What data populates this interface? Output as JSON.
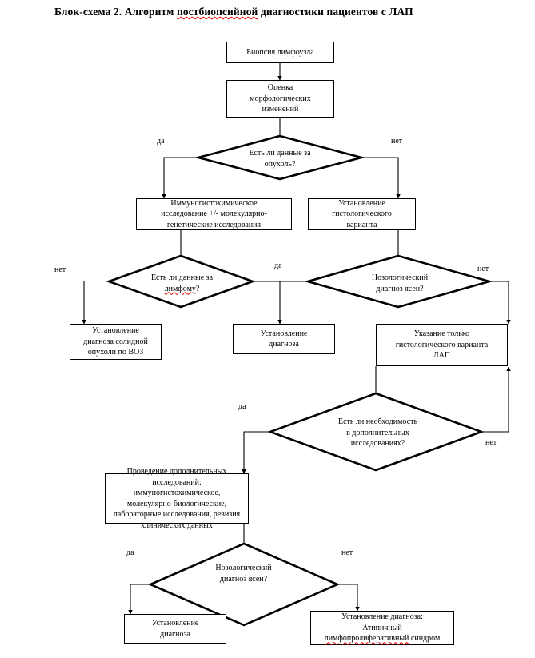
{
  "document": {
    "title_prefix": "Блок-схема 2. Алгоритм ",
    "title_spell": "постбиопсийной",
    "title_suffix": " диагностики пациентов с ЛАП",
    "title_full": "Блок-схема 2. Алгоритм постбиопсийной диагностики пациентов с ЛАП"
  },
  "chart_data": {
    "type": "diagram",
    "diagram_kind": "flowchart",
    "title": "Блок-схема 2. Алгоритм постбиопсийной диагностики пациентов с ЛАП",
    "nodes": [
      {
        "id": "n1",
        "shape": "process",
        "text": "Биопсия лимфоузла"
      },
      {
        "id": "n2",
        "shape": "process",
        "text": "Оценка морфологических изменений"
      },
      {
        "id": "d1",
        "shape": "decision",
        "text": "Есть ли данные за опухоль?"
      },
      {
        "id": "n3",
        "shape": "process",
        "text": "Иммуногистохимическое исследование +/- молекулярно-генетические исследования"
      },
      {
        "id": "n4",
        "shape": "process",
        "text": "Установление гистологического варианта"
      },
      {
        "id": "d2",
        "shape": "decision",
        "text": "Есть ли данные за лимфому?"
      },
      {
        "id": "d3",
        "shape": "decision",
        "text": "Нозологический диагноз ясен?"
      },
      {
        "id": "n5",
        "shape": "process",
        "text": "Установление диагноза солидной опухоли по ВОЗ"
      },
      {
        "id": "n6",
        "shape": "process",
        "text": "Установление диагноза"
      },
      {
        "id": "n7",
        "shape": "process",
        "text": "Указание только гистологического варианта ЛАП"
      },
      {
        "id": "d4",
        "shape": "decision",
        "text": "Есть ли необходимость в дополнительных исследованиях?"
      },
      {
        "id": "n8",
        "shape": "process",
        "text": "Проведение дополнительных исследований: иммуногистохимическое, молекулярно-биологические, лабораторные исследования, ревизия клинических данных"
      },
      {
        "id": "d5",
        "shape": "decision",
        "text": "Нозологический диагноз ясен?"
      },
      {
        "id": "n9",
        "shape": "process",
        "text": "Установление диагноза"
      },
      {
        "id": "n10",
        "shape": "process",
        "text": "Установление диагноза: Атипичный лимфопролиферативный синдром"
      }
    ],
    "edges": [
      {
        "from": "n1",
        "to": "n2",
        "label": ""
      },
      {
        "from": "n2",
        "to": "d1",
        "label": ""
      },
      {
        "from": "d1",
        "to": "n3",
        "label": "да"
      },
      {
        "from": "d1",
        "to": "n4",
        "label": "нет"
      },
      {
        "from": "n3",
        "to": "d2",
        "label": ""
      },
      {
        "from": "n4",
        "to": "d3",
        "label": ""
      },
      {
        "from": "d2",
        "to": "n5",
        "label": "нет"
      },
      {
        "from": "d2",
        "to": "n6",
        "label": "да"
      },
      {
        "from": "d3",
        "to": "n6",
        "label": "да"
      },
      {
        "from": "d3",
        "to": "n7",
        "label": "нет"
      },
      {
        "from": "n7",
        "to": "d4",
        "label": ""
      },
      {
        "from": "d4",
        "to": "n8",
        "label": "да"
      },
      {
        "from": "d4",
        "to": "n7",
        "label": "нет"
      },
      {
        "from": "n8",
        "to": "d5",
        "label": ""
      },
      {
        "from": "d5",
        "to": "n9",
        "label": "да"
      },
      {
        "from": "d5",
        "to": "n10",
        "label": "нет"
      }
    ]
  },
  "nodes": {
    "biopsy": {
      "text": "Биопсия лимфоузла"
    },
    "morphology": {
      "line1": "Оценка",
      "line2": "морфологических",
      "line3": "изменений"
    },
    "d_tumor": {
      "line1": "Есть ли данные за",
      "line2": "опухоль?"
    },
    "ihc": {
      "line1": "Иммуногистохимическое",
      "line2": "исследование +/- молекулярно-",
      "line3": "генетические исследования"
    },
    "histo_variant": {
      "line1": "Установление",
      "line2": "гистологического",
      "line3": "варианта"
    },
    "d_lymphoma": {
      "line1": "Есть ли данные за",
      "line2_spell": "лимфому",
      "line2_tail": "?"
    },
    "d_nosology1": {
      "line1": "Нозологический",
      "line2": "диагноз ясен?"
    },
    "solid_tumor": {
      "line1": "Установление",
      "line2": "диагноза солидной",
      "line3": "опухоли по ВОЗ"
    },
    "diagnosis1": {
      "line1": "Установление",
      "line2": "диагноза"
    },
    "lap_variant": {
      "line1": "Указание только",
      "line2": "гистологического варианта",
      "line3": "ЛАП"
    },
    "d_need_more": {
      "line1": "Есть ли необходимость",
      "line2": "в дополнительных",
      "line3": "исследованиях?"
    },
    "extra_studies": {
      "line1": "Проведение дополнительных",
      "line2": "исследований:",
      "line3": "иммуногистохимическое,",
      "line4": "молекулярно-биологические,",
      "line5": "лабораторные исследования, ревизия",
      "line6": "клинических данных"
    },
    "d_nosology2": {
      "line1": "Нозологический",
      "line2": "диагноз ясен?"
    },
    "diagnosis2": {
      "line1": "Установление",
      "line2": "диагноза"
    },
    "atypical": {
      "line1": "Установление диагноза:",
      "line2": "Атипичный",
      "line3_spell": "лимфопролиферативный",
      "line3_tail": " синдром"
    }
  },
  "edge_labels": {
    "tumor_yes": "да",
    "tumor_no": "нет",
    "lymphoma_no": "нет",
    "lymphoma_yes": "да",
    "nosology1_no": "нет",
    "need_yes": "да",
    "need_no": "нет",
    "nosology2_yes": "да",
    "nosology2_no": "нет"
  },
  "colors": {
    "stroke": "#000000",
    "background": "#ffffff",
    "spellcheck": "#ee0000"
  }
}
